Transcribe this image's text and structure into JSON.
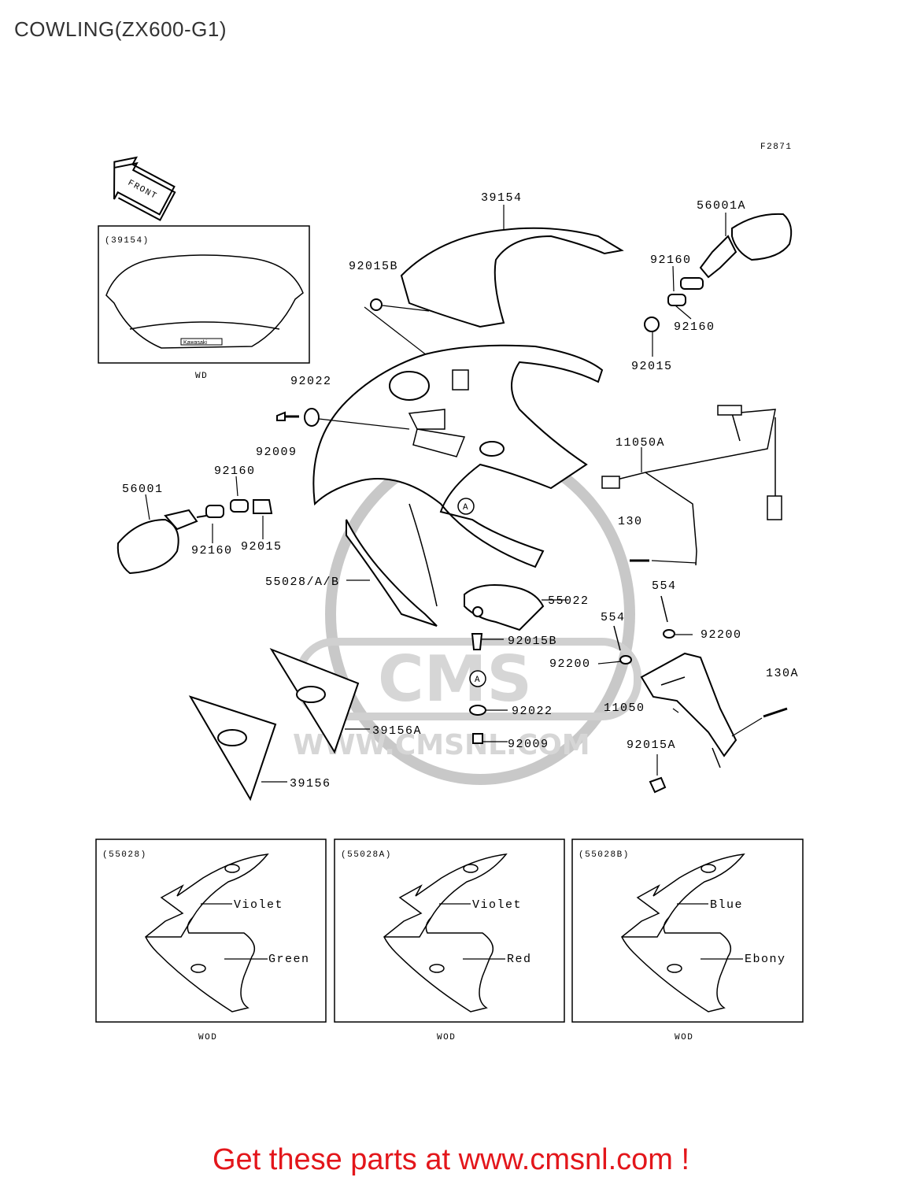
{
  "page": {
    "title": "COWLING(ZX600-G1)",
    "figure_id": "F2871"
  },
  "front_arrow": "FRONT",
  "watermark": {
    "brand": "CMS",
    "url": "WWW.CMSNL.COM"
  },
  "labels": {
    "p39154": "39154",
    "p56001A": "56001A",
    "p92160_top1": "92160",
    "p92160_top2": "92160",
    "p92015_top": "92015",
    "p92015B_top": "92015B",
    "p92022_top": "92022",
    "p92009_top": "92009",
    "p11050A": "11050A",
    "p130": "130",
    "p56001": "56001",
    "p92160_left1": "92160",
    "p92160_left2": "92160",
    "p92015_left": "92015",
    "p55028AB": "55028/A/B",
    "p55022": "55022",
    "p554_a": "554",
    "p554_b": "554",
    "p92200_a": "92200",
    "p92200_b": "92200",
    "p92015B_mid": "92015B",
    "p130A": "130A",
    "p11050": "11050",
    "p92022_mid": "92022",
    "p92009_mid": "92009",
    "p39156A": "39156A",
    "p39156": "39156",
    "p92015A": "92015A",
    "ref_a1": "A",
    "ref_a2": "A"
  },
  "windscreen_inset": {
    "title": "(39154)",
    "code": "WD",
    "brand": "Kawasaki"
  },
  "variants": [
    {
      "title": "(55028)",
      "color_upper": "Violet",
      "color_lower": "Green",
      "code": "WOD"
    },
    {
      "title": "(55028A)",
      "color_upper": "Violet",
      "color_lower": "Red",
      "code": "WOD"
    },
    {
      "title": "(55028B)",
      "color_upper": "Blue",
      "color_lower": "Ebony",
      "code": "WOD"
    }
  ],
  "cta": "Get these parts at www.cmsnl.com !"
}
